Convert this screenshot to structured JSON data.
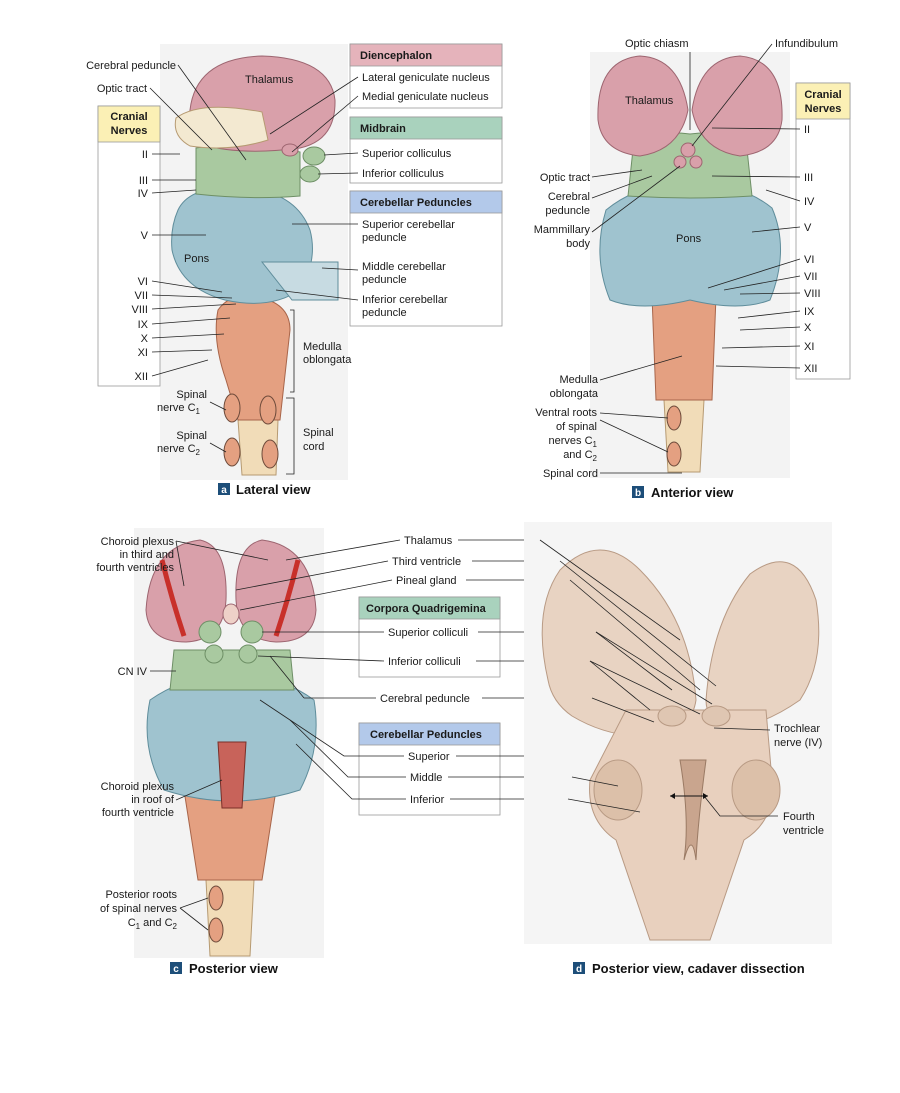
{
  "colors": {
    "thalamus": "#d9a0aa",
    "midbrain": "#a9c9a0",
    "pons": "#9fc3cf",
    "medulla": "#e4a081",
    "cord": "#f1dcb8",
    "diencephalon_hdr": "#e5b3bb",
    "midbrain_hdr": "#a9d2bd",
    "peduncle_hdr": "#b3c9ea",
    "cranial_hdr": "#fbf0b5",
    "caption_box": "#1d4e79",
    "cadaver": "#e8d3c2"
  },
  "panel_a": {
    "caption_letter": "a",
    "caption": "Lateral view",
    "cranial_title_1": "Cranial",
    "cranial_title_2": "Nerves",
    "nerves": [
      "II",
      "III",
      "IV",
      "V",
      "VI",
      "VII",
      "VIII",
      "IX",
      "X",
      "XI",
      "XII"
    ],
    "left_labels": {
      "cerebral_peduncle": "Cerebral peduncle",
      "optic_tract": "Optic tract",
      "pons": "Pons",
      "thalamus": "Thalamus",
      "spinal_c1_a": "Spinal",
      "spinal_c1_b": "nerve C",
      "spinal_c1_sub": "1",
      "spinal_c2_a": "Spinal",
      "spinal_c2_b": "nerve C",
      "spinal_c2_sub": "2"
    },
    "right_labels": {
      "medulla_1": "Medulla",
      "medulla_2": "oblongata",
      "spinal_cord_1": "Spinal",
      "spinal_cord_2": "cord"
    },
    "diencephalon": {
      "header": "Diencephalon",
      "items": [
        "Lateral geniculate nucleus",
        "Medial geniculate nucleus"
      ]
    },
    "midbrain": {
      "header": "Midbrain",
      "items": [
        "Superior colliculus",
        "Inferior colliculus"
      ]
    },
    "cerebellar_peduncles": {
      "header": "Cerebellar Peduncles",
      "items_1a": "Superior cerebellar",
      "items_1b": "peduncle",
      "items_2a": "Middle cerebellar",
      "items_2b": "peduncle",
      "items_3a": "Inferior cerebellar",
      "items_3b": "peduncle"
    }
  },
  "panel_b": {
    "caption_letter": "b",
    "caption": "Anterior view",
    "cranial_title_1": "Cranial",
    "cranial_title_2": "Nerves",
    "nerves": [
      "II",
      "III",
      "IV",
      "V",
      "VI",
      "VII",
      "VIII",
      "IX",
      "X",
      "XI",
      "XII"
    ],
    "top_labels": {
      "optic_chiasm": "Optic chiasm",
      "infundibulum": "Infundibulum"
    },
    "inner": {
      "thalamus": "Thalamus",
      "pons": "Pons"
    },
    "left_labels": {
      "optic_tract": "Optic tract",
      "cerebral_1": "Cerebral",
      "cerebral_2": "peduncle",
      "mamm_1": "Mammillary",
      "mamm_2": "body",
      "medulla_1": "Medulla",
      "medulla_2": "oblongata",
      "ventral_1": "Ventral roots",
      "ventral_2": "of spinal",
      "ventral_3": "nerves C",
      "ventral_3_sub": "1",
      "ventral_4": "and C",
      "ventral_4_sub": "2",
      "spinal_cord": "Spinal cord"
    }
  },
  "panel_c": {
    "caption_letter": "c",
    "caption": "Posterior view",
    "left_labels": {
      "choroid_1": "Choroid plexus",
      "choroid_2": "in third and",
      "choroid_3": "fourth ventricles",
      "cn4": "CN IV",
      "choroid_roof_1": "Choroid plexus",
      "choroid_roof_2": "in roof of",
      "choroid_roof_3": "fourth ventricle",
      "posterior_1": "Posterior roots",
      "posterior_2": "of spinal nerves",
      "posterior_3a": "C",
      "posterior_3a_sub": "1",
      "posterior_3b": " and C",
      "posterior_3b_sub": "2"
    },
    "center_labels": {
      "thalamus": "Thalamus",
      "third_ventricle": "Third ventricle",
      "pineal": "Pineal gland",
      "cerebral_peduncle": "Cerebral peduncle"
    },
    "corpora": {
      "header": "Corpora Quadrigemina",
      "items": [
        "Superior colliculi",
        "Inferior colliculi"
      ]
    },
    "peduncles": {
      "header": "Cerebellar Peduncles",
      "items": [
        "Superior",
        "Middle",
        "Inferior"
      ]
    }
  },
  "panel_d": {
    "caption_letter": "d",
    "caption": "Posterior view, cadaver dissection",
    "right_labels": {
      "trochlear_1": "Trochlear",
      "trochlear_2": "nerve (IV)",
      "fourth_1": "Fourth",
      "fourth_2": "ventricle"
    }
  }
}
